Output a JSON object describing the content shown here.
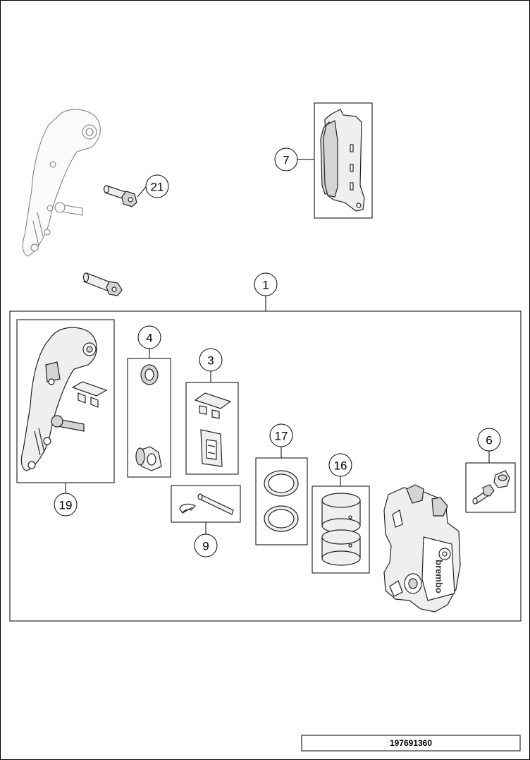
{
  "drawing_number": "197691360",
  "callouts": {
    "c1": "1",
    "c3": "3",
    "c4": "4",
    "c6": "6",
    "c7": "7",
    "c9": "9",
    "c16": "16",
    "c17": "17",
    "c19": "19",
    "c21": "21"
  },
  "caliper_logo": "brembo"
}
